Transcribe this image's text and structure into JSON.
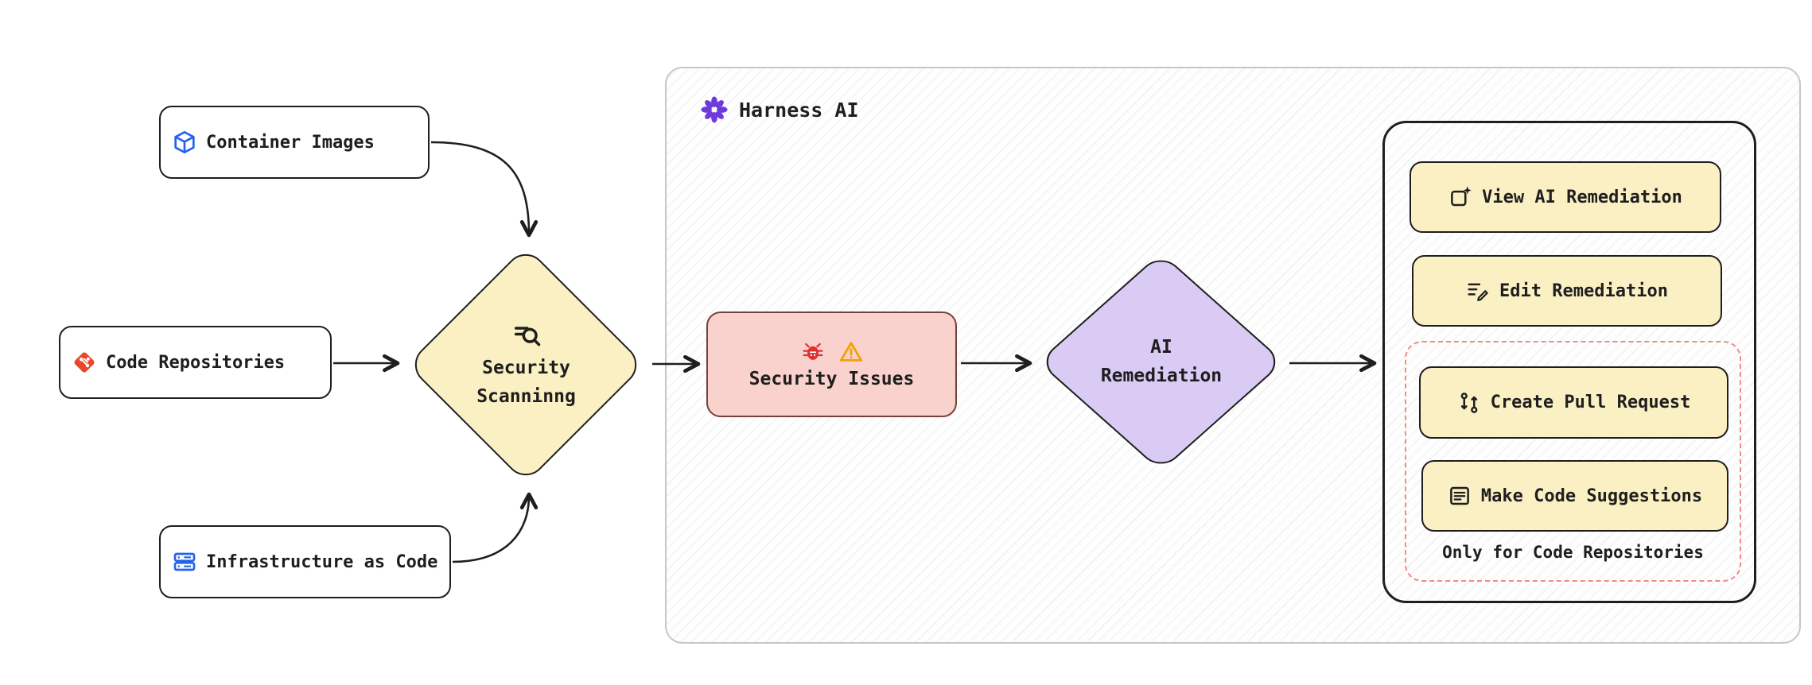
{
  "sources": [
    {
      "id": "container-images",
      "label": "Container Images",
      "icon": "cube-icon"
    },
    {
      "id": "code-repositories",
      "label": "Code Repositories",
      "icon": "git-icon"
    },
    {
      "id": "infrastructure-as-code",
      "label": "Infrastructure as Code",
      "icon": "server-stack-icon"
    }
  ],
  "scanning": {
    "line1": "Security",
    "line2": "Scanninng",
    "icon": "scan-search-icon"
  },
  "harness": {
    "label": "Harness AI",
    "icon": "harness-flower-icon"
  },
  "issues": {
    "label": "Security Issues",
    "icons": [
      "bug-icon",
      "warning-icon"
    ]
  },
  "remediation": {
    "line1": "AI",
    "line2": "Remediation"
  },
  "actions": {
    "view": {
      "label": "View AI Remediation",
      "icon": "view-remediation-icon"
    },
    "edit": {
      "label": "Edit Remediation",
      "icon": "edit-lines-icon"
    },
    "create_pr": {
      "label": "Create Pull Request",
      "icon": "pull-request-icon"
    },
    "make_suggestions": {
      "label": "Make Code Suggestions",
      "icon": "code-suggestions-icon"
    },
    "note": "Only for Code Repositories"
  },
  "colors": {
    "stroke": "#1e1e1e",
    "yellow_fill": "#FBF0C4",
    "pink_fill": "#F9D2CE",
    "purple_fill": "#D9CBF4",
    "dashed_border": "#F08C85",
    "harness_border": "#c6c6c6",
    "harness_purple": "#6D3BDB",
    "blue_icon": "#2563EB",
    "git_orange": "#E8472B",
    "bug_red": "#E03131",
    "warning_orange": "#F59F00"
  }
}
